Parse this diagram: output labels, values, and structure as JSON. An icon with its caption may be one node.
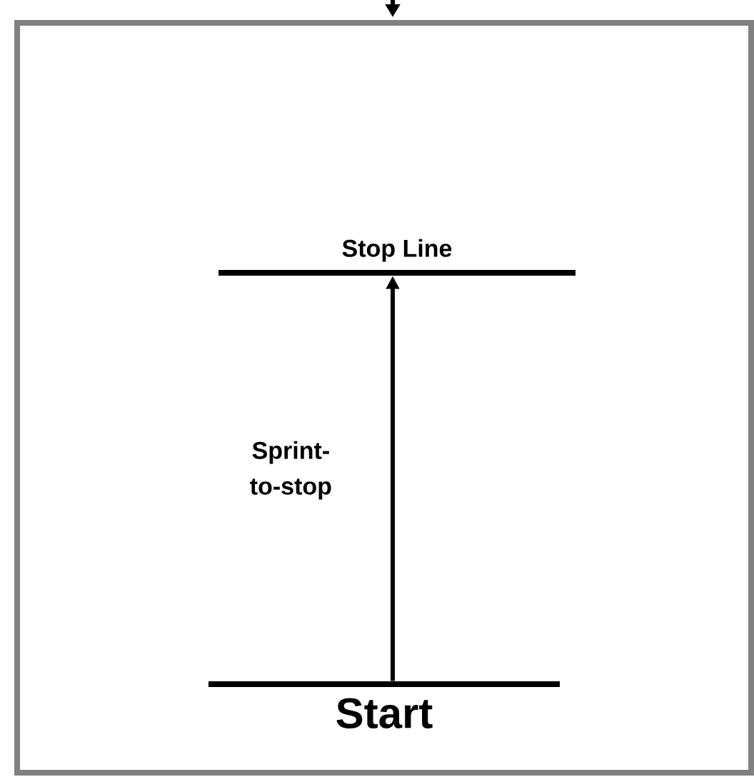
{
  "diagram": {
    "nodes": [
      {
        "text": [],
        "shape": "box"
      },
      {
        "text": [
          "Stop Line"
        ],
        "in": 0
      },
      {
        "text": [
          "Start"
        ],
        "in": 0
      }
    ],
    "edges": [
      {
        "from": null,
        "to": 0,
        "arrow": "to"
      },
      {
        "from": 2,
        "to": 1,
        "arrow": "to",
        "label": "Sprint-to-stop"
      }
    ]
  }
}
